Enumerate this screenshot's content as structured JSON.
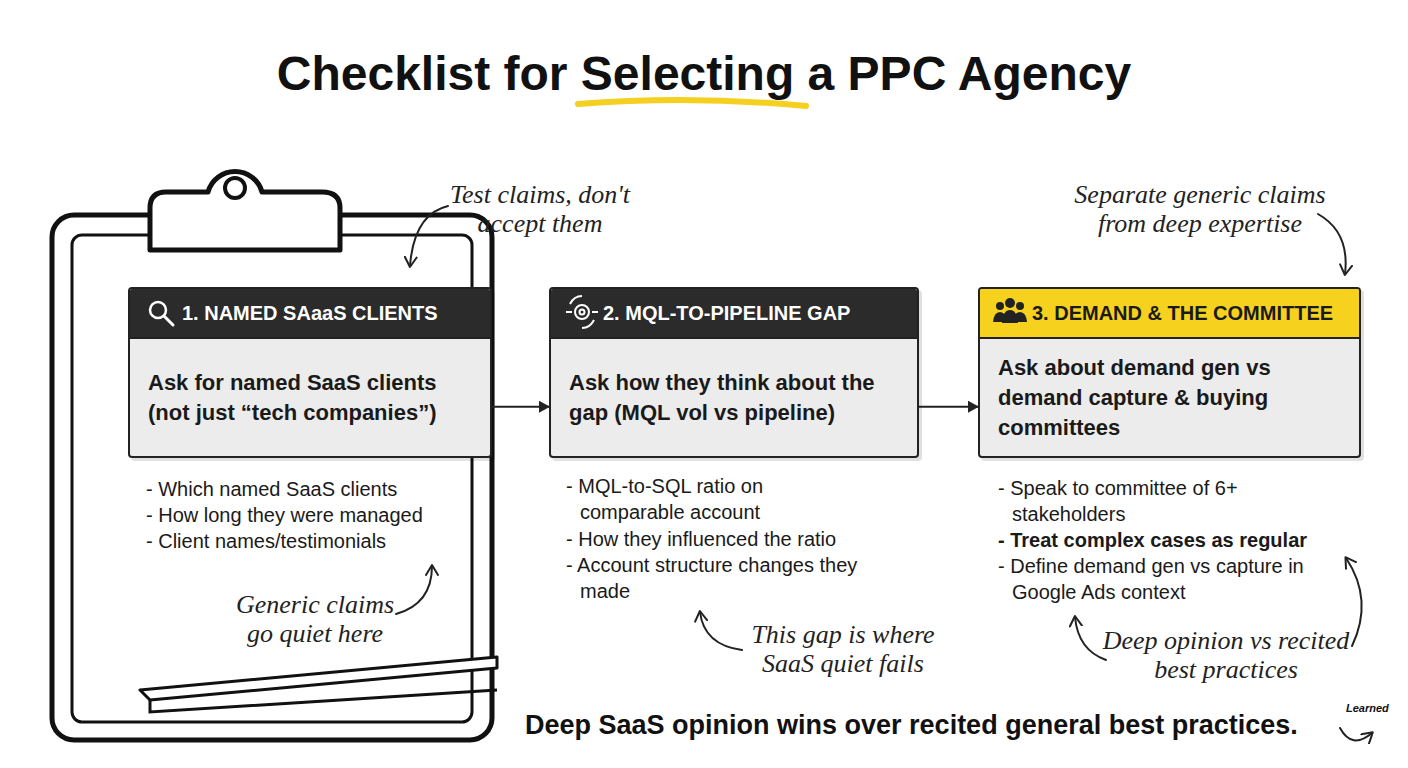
{
  "diagram": {
    "title": "Checklist for Selecting a PPC Agency",
    "nodes": [
      {
        "text": [
          "1. NAMED SAaaS CLIENTS",
          "Ask for named SaaS clients (not just “tech companies”)"
        ]
      },
      {
        "text": [
          "2. MQL-TO-PIPELINE GAP",
          "Ask how they think about the gap (MQL vol vs pipeline)"
        ]
      },
      {
        "text": [
          "3. DEMAND & THE COMMITTEE",
          "Ask about demand gen vs demand capture & buying committees"
        ]
      }
    ],
    "edges": [
      {
        "from": 0,
        "to": 1,
        "arrow": "to"
      },
      {
        "from": 1,
        "to": 2,
        "arrow": "to"
      }
    ],
    "labels": [
      "Test claims, don't accept them",
      "Separate generic claims from deep expertise",
      "- Which named SaaS clients",
      "- How long they were managed",
      "- Client names/testimonials",
      "Generic claims go quiet here",
      "- MQL-to-SQL ratio on comparable account",
      "- How they influenced the ratio",
      "- Account structure changes they made",
      "This gap is where SaaS quiet fails",
      "- Speak to committee of 6+ stakeholders",
      "- Treat complex cases as regular",
      "- Define demand gen vs capture in Google Ads context",
      "Deep opinion vs recited best practices",
      "Deep SaaS opinion wins over recited general best practices.",
      "Learned"
    ]
  }
}
